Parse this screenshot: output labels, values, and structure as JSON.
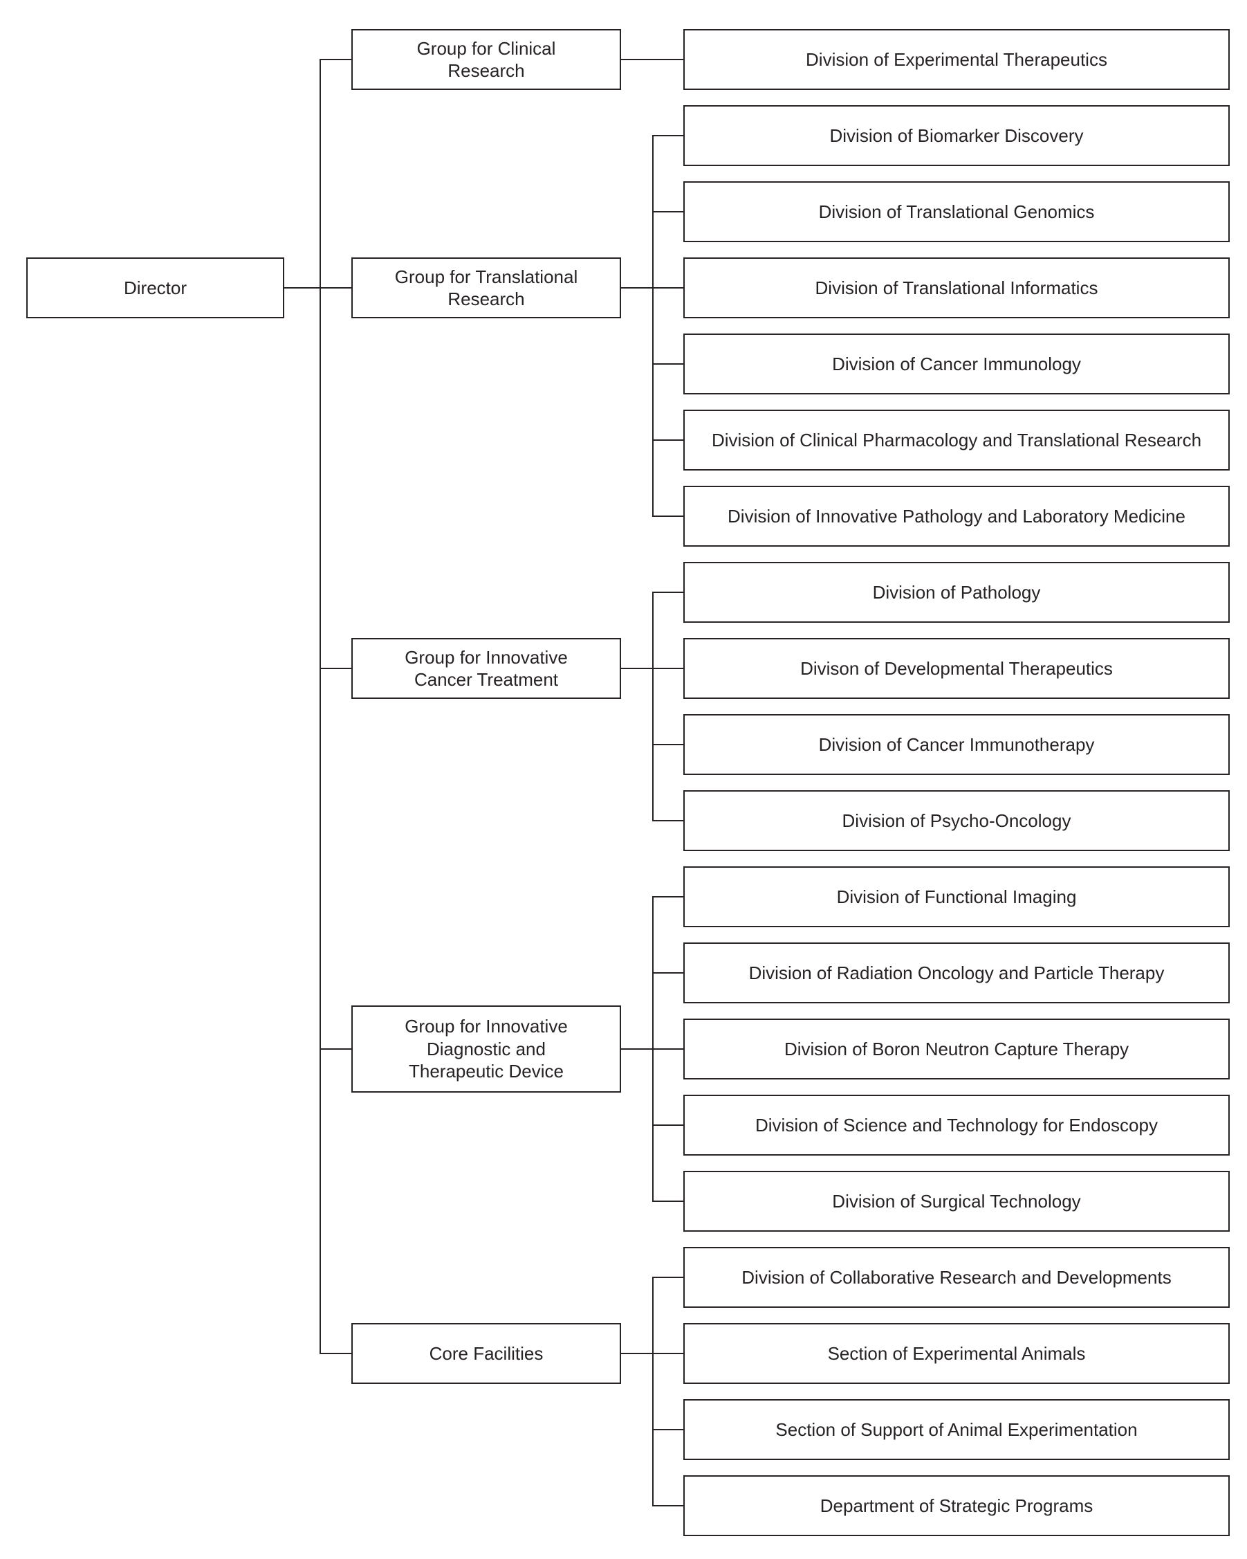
{
  "director": {
    "label": "Director"
  },
  "groups": [
    {
      "label": "Group for Clinical\nResearch",
      "divisions": [
        "Division of Experimental Therapeutics"
      ]
    },
    {
      "label": "Group for Translational\nResearch",
      "divisions": [
        "Division of Biomarker Discovery",
        "Division of Translational Genomics",
        "Division of Translational Informatics",
        "Division of Cancer Immunology",
        "Division of Clinical Pharmacology and Translational Research",
        "Division of Innovative Pathology and Laboratory Medicine"
      ]
    },
    {
      "label": "Group for Innovative\nCancer Treatment",
      "divisions": [
        "Division of Pathology",
        "Divison of Developmental Therapeutics",
        "Division of Cancer Immunotherapy",
        "Division of Psycho-Oncology"
      ]
    },
    {
      "label": "Group for Innovative\nDiagnostic and\nTherapeutic Device",
      "divisions": [
        "Division of Functional Imaging",
        "Division of Radiation Oncology and Particle Therapy",
        "Division of Boron Neutron Capture Therapy",
        "Division of Science and Technology for Endoscopy",
        "Division of Surgical Technology"
      ]
    },
    {
      "label": "Core Facilities",
      "divisions": [
        "Division of Collaborative Research and Developments",
        "Section of Experimental Animals",
        "Section of Support of Animal Experimentation",
        "Department of Strategic Programs"
      ]
    }
  ],
  "colors": {
    "line": "#272324",
    "text": "#272324",
    "background": "#ffffff"
  }
}
